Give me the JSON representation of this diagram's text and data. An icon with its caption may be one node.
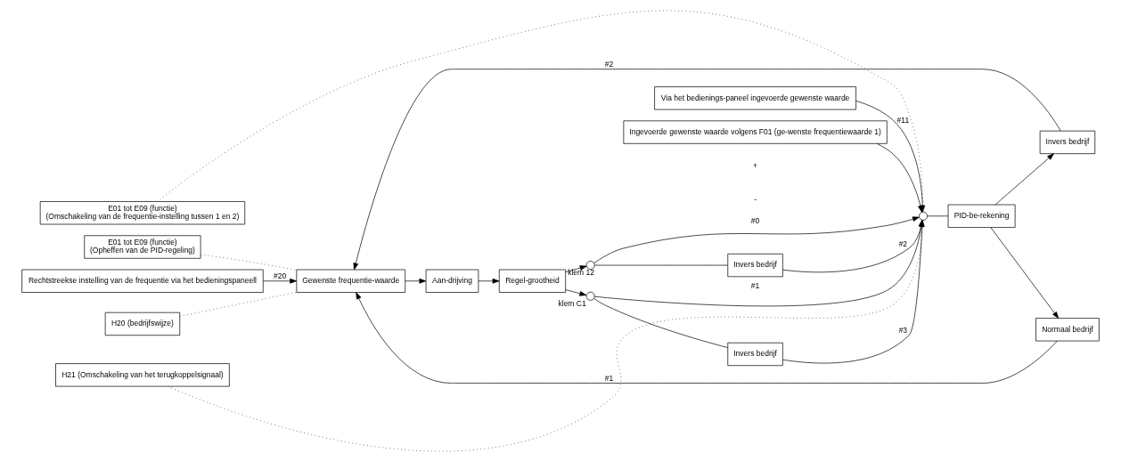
{
  "diagram": {
    "nodes": [
      {
        "text": [
          "E01 tot E09 (functie)",
          "(Omschakeling van de frequentie-instelling tussen 1 en 2)"
        ]
      },
      {
        "text": [
          "E01 tot E09 (functie)",
          "(Opheffen van de PID-regeling)"
        ]
      },
      {
        "text": [
          "Rechtstreekse instelling van de frequentie via het bedieningspaneell"
        ]
      },
      {
        "text": [
          "Via het bedienings-paneel ingevoerde gewenste waarde"
        ]
      },
      {
        "text": [
          "Ingevoerde gewenste waarde volgens F01 (ge-wenste frequentiewaarde 1)"
        ]
      },
      {
        "text": [],
        "shape": "circle"
      },
      {
        "text": [
          "PID-be-rekening"
        ]
      },
      {
        "text": [
          "Normaal bedrijf"
        ]
      },
      {
        "text": [
          "Invers bedrijf"
        ]
      },
      {
        "text": [
          "Gewenste frequentie-waarde"
        ]
      },
      {
        "text": [
          "Aan-drijving"
        ]
      },
      {
        "text": [
          "Regel-grootheid"
        ]
      },
      {
        "text": [],
        "shape": "circle",
        "beside": [
          "klem 12"
        ]
      },
      {
        "text": [
          "Invers bedrijf"
        ]
      },
      {
        "text": [],
        "shape": "circle",
        "beside": [
          "klem C1"
        ]
      },
      {
        "text": [
          "Invers bedrijf"
        ]
      },
      {
        "text": [
          "H20 (bedrijfswijze)"
        ]
      },
      {
        "text": [
          "H21 (Omschakeling van het terugkoppelsignaal)"
        ]
      }
    ],
    "edges": [
      {
        "from": 3,
        "to": 5,
        "arrow": "to",
        "label": "#11"
      },
      {
        "from": 4,
        "to": 5,
        "arrow": "to"
      },
      {
        "from": 5,
        "to": 6,
        "arrow": "none"
      },
      {
        "from": 6,
        "to": 7,
        "arrow": "to"
      },
      {
        "from": 6,
        "to": 8,
        "arrow": "to"
      },
      {
        "from": 7,
        "to": 9,
        "arrow": "to",
        "label": "#1"
      },
      {
        "from": 8,
        "to": 9,
        "arrow": "to",
        "label": "#2"
      },
      {
        "from": 2,
        "to": 9,
        "arrow": "to",
        "label": "#20"
      },
      {
        "from": 9,
        "to": 10,
        "arrow": "to"
      },
      {
        "from": 10,
        "to": 11,
        "arrow": "to"
      },
      {
        "from": 11,
        "to": 12,
        "arrow": "to"
      },
      {
        "from": 11,
        "to": 14,
        "arrow": "to"
      },
      {
        "from": 12,
        "to": 5,
        "arrow": "to",
        "label": "#0"
      },
      {
        "from": 12,
        "to": 13,
        "arrow": "none"
      },
      {
        "from": 13,
        "to": 5,
        "arrow": "to",
        "label": "#2"
      },
      {
        "from": 14,
        "to": 5,
        "arrow": "to",
        "label": "#1"
      },
      {
        "from": 14,
        "to": 15,
        "arrow": "none"
      },
      {
        "from": 15,
        "to": 5,
        "arrow": "to",
        "label": "#3"
      },
      {
        "from": 0,
        "to": 5,
        "arrow": "none",
        "style": "dashed"
      },
      {
        "from": 1,
        "to": 9,
        "arrow": "none",
        "style": "dashed"
      },
      {
        "from": 16,
        "to": 9,
        "arrow": "none",
        "style": "dashed"
      },
      {
        "from": 17,
        "to": 5,
        "arrow": "none",
        "style": "dashed"
      }
    ],
    "labels": [
      "+",
      "-"
    ]
  }
}
